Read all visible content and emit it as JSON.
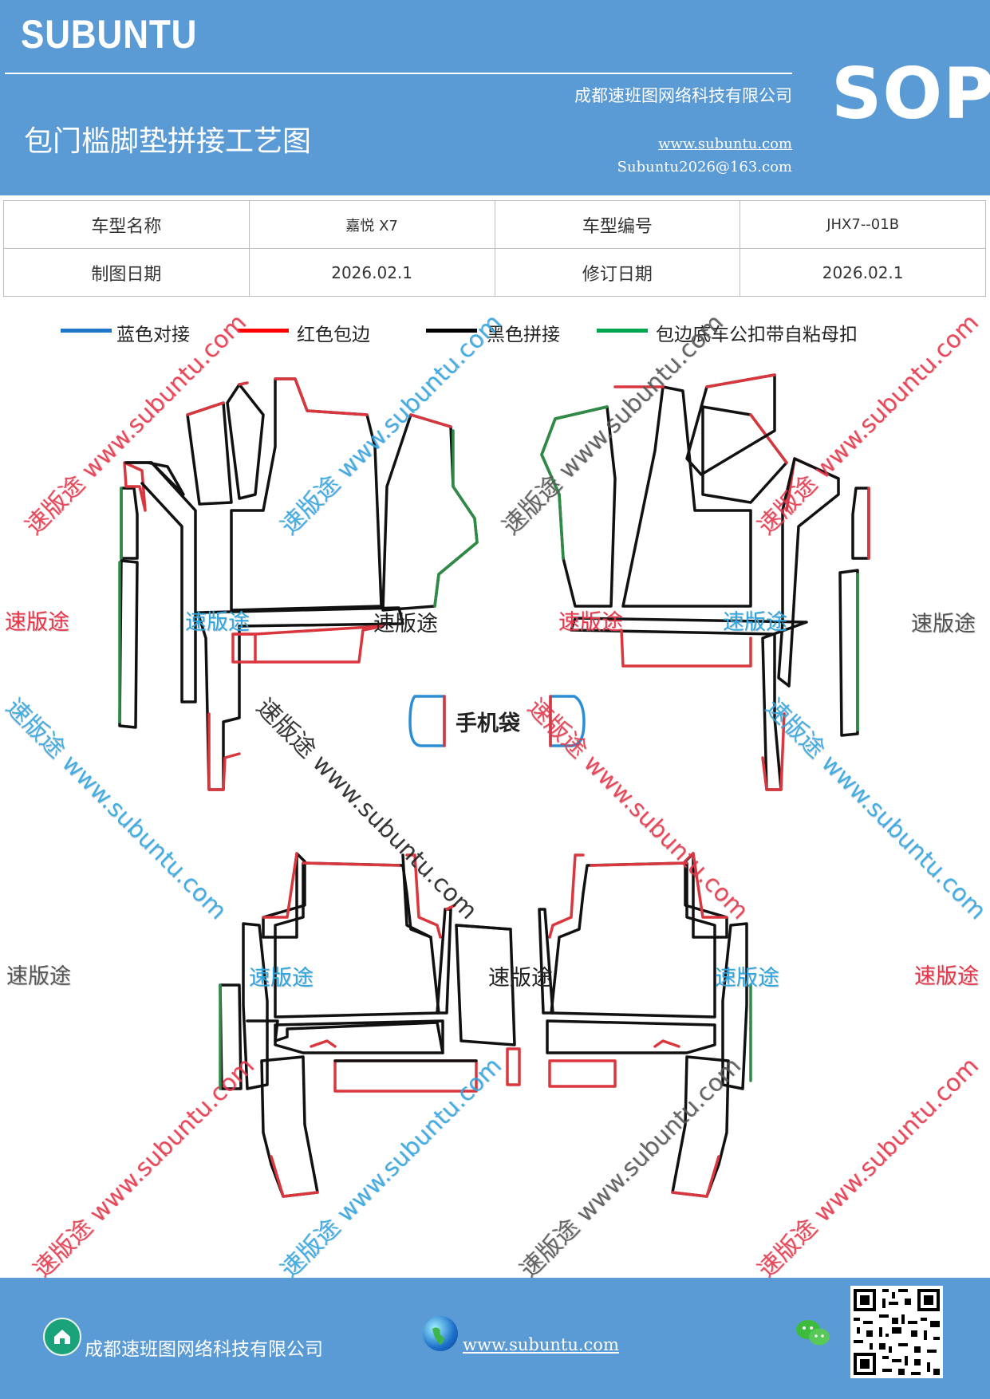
{
  "header": {
    "brand": "SUBUNTU",
    "company": "成都速班图网络科技有限公司",
    "badge": "SOP",
    "title": "包门槛脚垫拼接工艺图",
    "website": "www.subuntu.com",
    "email": "Subuntu2026@163.com",
    "background_color": "#5b9bd5"
  },
  "info_table": {
    "row1": {
      "label_a": "车型名称",
      "value_a": "嘉悦 X7",
      "label_b": "车型编号",
      "value_b": "JHX7--01B"
    },
    "row2": {
      "label_a": "制图日期",
      "value_a": "2026.02.1",
      "label_b": "修订日期",
      "value_b": "2026.02.1"
    }
  },
  "legend": [
    {
      "label": "蓝色对接",
      "color": "#1f77c9"
    },
    {
      "label": "红色包边",
      "color": "#ff0000"
    },
    {
      "label": "黑色拼接",
      "color": "#000000"
    },
    {
      "label": "包边底车公扣带自粘母扣",
      "color": "#00a550"
    }
  ],
  "stroke_colors": {
    "red": "#d9363e",
    "black": "#111111",
    "green": "#2e8b45",
    "blue": "#2a8ed6"
  },
  "drawing": {
    "phone_pocket_label": "手机袋"
  },
  "watermarks": {
    "brand_cn": "速版途",
    "brand_full": "速版途 www.subuntu.com"
  },
  "footer": {
    "company": "成都速班图网络科技有限公司",
    "website": "www.subuntu.com",
    "company_icon": "home-icon",
    "web_icon": "globe-icon",
    "chat_icon": "wechat-icon",
    "qr": "qr-code"
  }
}
